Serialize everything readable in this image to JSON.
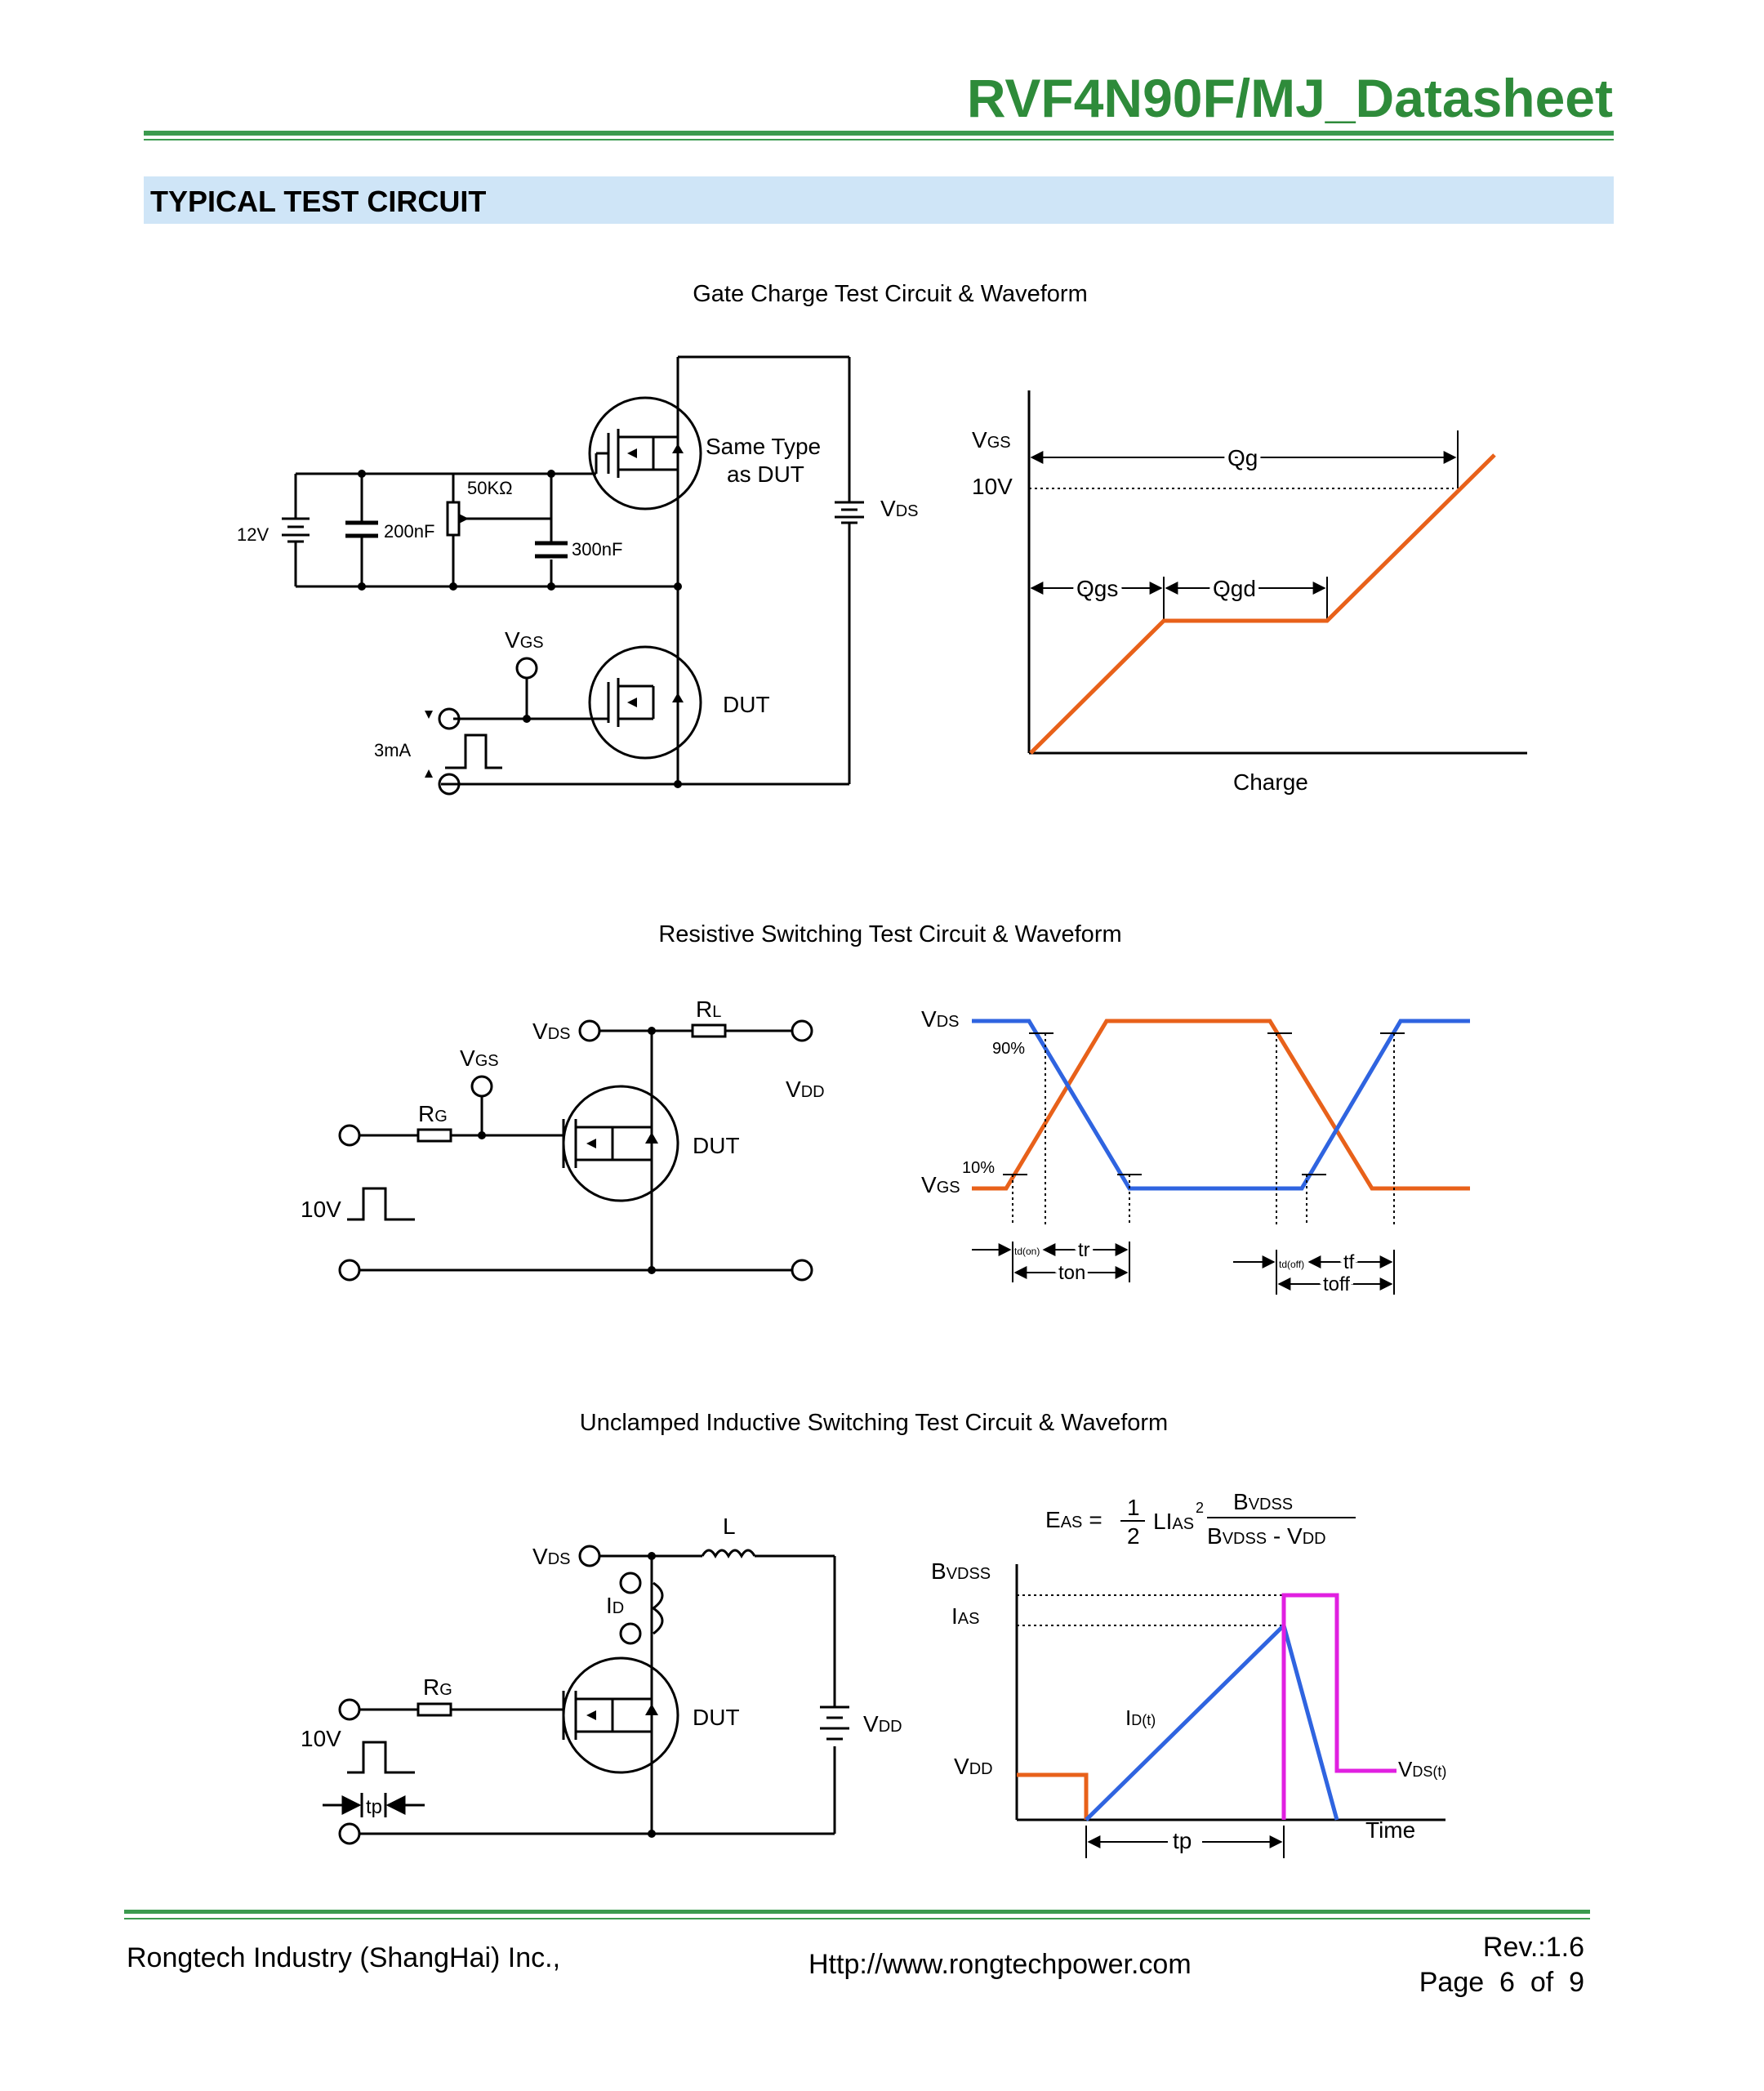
{
  "header": {
    "doc_title": "RVF4N90F/MJ_Datasheet",
    "section_title": "TYPICAL TEST CIRCUIT"
  },
  "figures": {
    "gate_charge": {
      "caption": "Gate Charge Test Circuit & Waveform",
      "circuit": {
        "supply": "12V",
        "cap1": "200nF",
        "pot": "50KΩ",
        "cap2": "300nF",
        "ref_device": [
          "Same Type",
          "as DUT"
        ],
        "vds_main": "V",
        "vds_sub": "DS",
        "vgs_main": "V",
        "vgs_sub": "GS",
        "current": "3mA",
        "dut": "DUT"
      },
      "waveform": {
        "vgs_main": "V",
        "vgs_sub": "GS",
        "level": "10V",
        "qg": "Qg",
        "qgs": "Qgs",
        "qgd": "Qgd",
        "xlabel": "Charge"
      }
    },
    "resistive": {
      "caption": "Resistive Switching Test Circuit & Waveform",
      "circuit": {
        "vds_main": "V",
        "vds_sub": "DS",
        "rl_main": "R",
        "rl_sub": "L",
        "vgs_main": "V",
        "vgs_sub": "GS",
        "vdd_main": "V",
        "vdd_sub": "DD",
        "rg_main": "R",
        "rg_sub": "G",
        "dut": "DUT",
        "pulse": "10V"
      },
      "waveform": {
        "vds_main": "V",
        "vds_sub": "DS",
        "vgs_main": "V",
        "vgs_sub": "GS",
        "p90": "90%",
        "p10": "10%",
        "td_on": "td(on)",
        "tr": "tr",
        "ton": "ton",
        "td_off": "td(off)",
        "tf": "tf",
        "toff": "toff"
      }
    },
    "uis": {
      "caption": "Unclamped Inductive Switching Test Circuit & Waveform",
      "circuit": {
        "vds_main": "V",
        "vds_sub": "DS",
        "inductor": "L",
        "id_main": "I",
        "id_sub": "D",
        "rg_main": "R",
        "rg_sub": "G",
        "dut": "DUT",
        "vdd_main": "V",
        "vdd_sub": "DD",
        "pulse": "10V",
        "tp": "tp"
      },
      "waveform": {
        "eq_lhs_main": "E",
        "eq_lhs_sub": "AS",
        "eq_eq": "=",
        "eq_num": "1",
        "eq_den": "2",
        "eq_li": "LI",
        "eq_li_sub": "AS",
        "eq_sq": "2",
        "eq_frac_num_main": "B",
        "eq_frac_num_sub": "VDSS",
        "eq_frac_den": "B",
        "eq_frac_den_sub": "VDSS",
        "eq_frac_den_rest": " - V",
        "eq_frac_den_rest_sub": "DD",
        "bvdss_main": "B",
        "bvdss_sub": "VDSS",
        "ias_main": "I",
        "ias_sub": "AS",
        "vdd_main": "V",
        "vdd_sub": "DD",
        "idt_main": "I",
        "idt_sub": "D(t)",
        "vdst_main": "V",
        "vdst_sub": "DS(t)",
        "tp": "tp",
        "xlabel": "Time"
      }
    }
  },
  "footer": {
    "company": "Rongtech Industry (ShangHai) Inc.,",
    "url": "Http://www.rongtechpower.com",
    "rev": "Rev.:1.6",
    "page": "Page  6  of  9"
  },
  "colors": {
    "title_green": "#2e8b3a",
    "section_bg": "#cfe5f7",
    "orange": "#e8611a",
    "blue": "#2f64e0",
    "magenta": "#e020e0"
  }
}
